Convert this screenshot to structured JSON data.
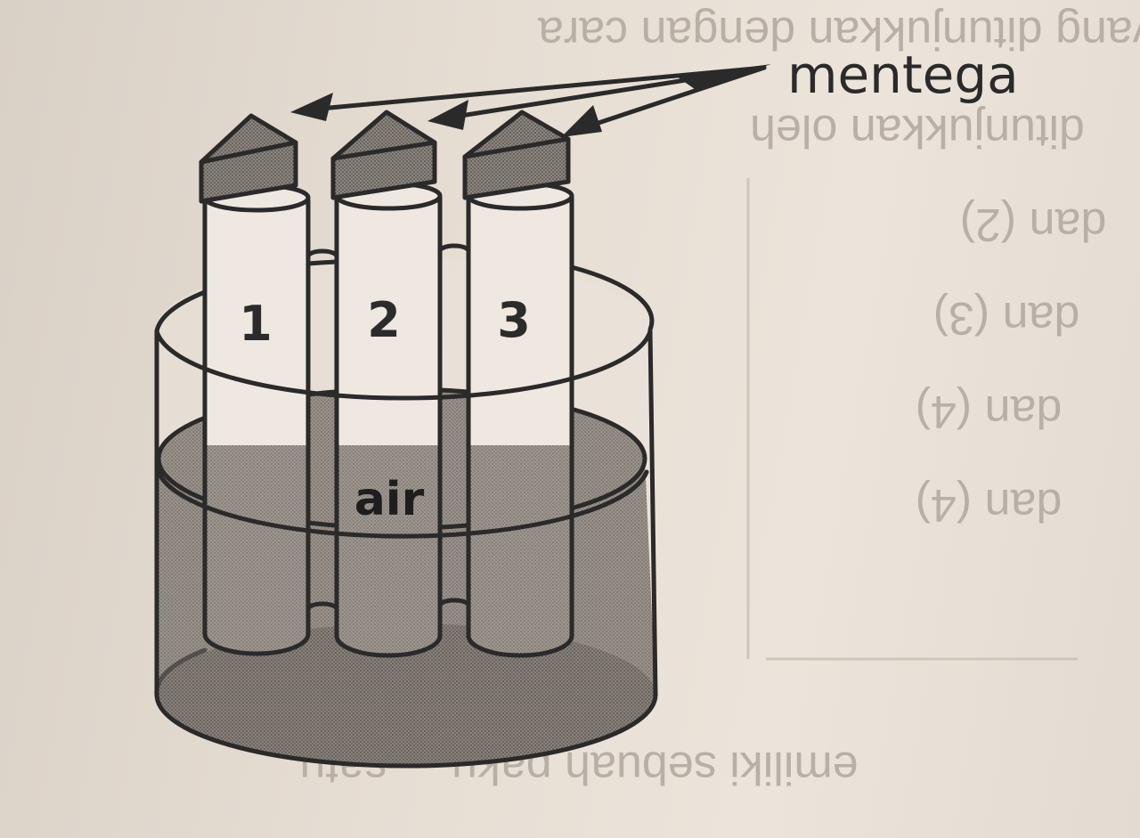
{
  "diagram": {
    "tubes": [
      {
        "label": "1"
      },
      {
        "label": "2"
      },
      {
        "label": "3"
      }
    ],
    "water_label": "air",
    "butter_label": "mentega",
    "bleed_through": [
      "arik yang ditunjukkan dengan cara",
      "ditunjukkan oleh",
      "dan (2)",
      "dan (3)",
      "dan (4)",
      "dan (4)",
      "emiliki sebuah paku ... satu"
    ],
    "colors": {
      "paper": "#e6ddd3",
      "ink": "#2a2a2a",
      "water": "#8f8882",
      "butter": "#7c7570",
      "glass": "#ece6de"
    }
  }
}
